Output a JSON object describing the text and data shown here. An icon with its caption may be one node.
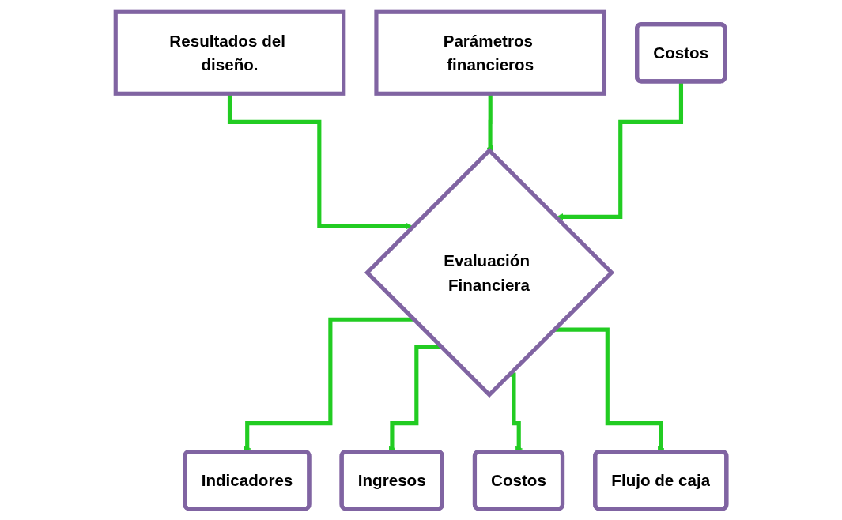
{
  "diagram": {
    "nodes": [
      {
        "text": [
          "Resultados del diseño."
        ]
      },
      {
        "text": [
          "Parámetros financieros"
        ]
      },
      {
        "text": [
          "Costos"
        ]
      },
      {
        "text": [
          "Evaluación Financiera"
        ]
      },
      {
        "text": [
          "Indicadores"
        ]
      },
      {
        "text": [
          "Ingresos"
        ]
      },
      {
        "text": [
          "Costos"
        ]
      },
      {
        "text": [
          "Flujo de caja"
        ]
      }
    ],
    "edges": [
      {
        "from": 0,
        "to": 3,
        "arrow": "to"
      },
      {
        "from": 1,
        "to": 3,
        "arrow": "to"
      },
      {
        "from": 2,
        "to": 3,
        "arrow": "to"
      },
      {
        "from": 3,
        "to": 4,
        "arrow": "to"
      },
      {
        "from": 3,
        "to": 5,
        "arrow": "to"
      },
      {
        "from": 3,
        "to": 6,
        "arrow": "to"
      },
      {
        "from": 3,
        "to": 7,
        "arrow": "to"
      }
    ]
  }
}
